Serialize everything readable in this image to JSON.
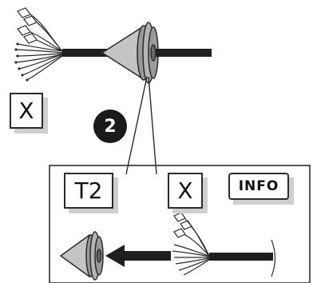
{
  "labels": {
    "top_left": "X",
    "detail_t2": "T2",
    "detail_x": "X",
    "info": "INFO"
  },
  "step": {
    "number": "2"
  },
  "colors": {
    "line": "#2b2b2b",
    "grommet": "#9a9a9a",
    "grommet_light": "#c4c4c4",
    "cable": "#1f1f1f",
    "shadow": "#cfcfcf",
    "step_badge": "#1a1a1a"
  }
}
